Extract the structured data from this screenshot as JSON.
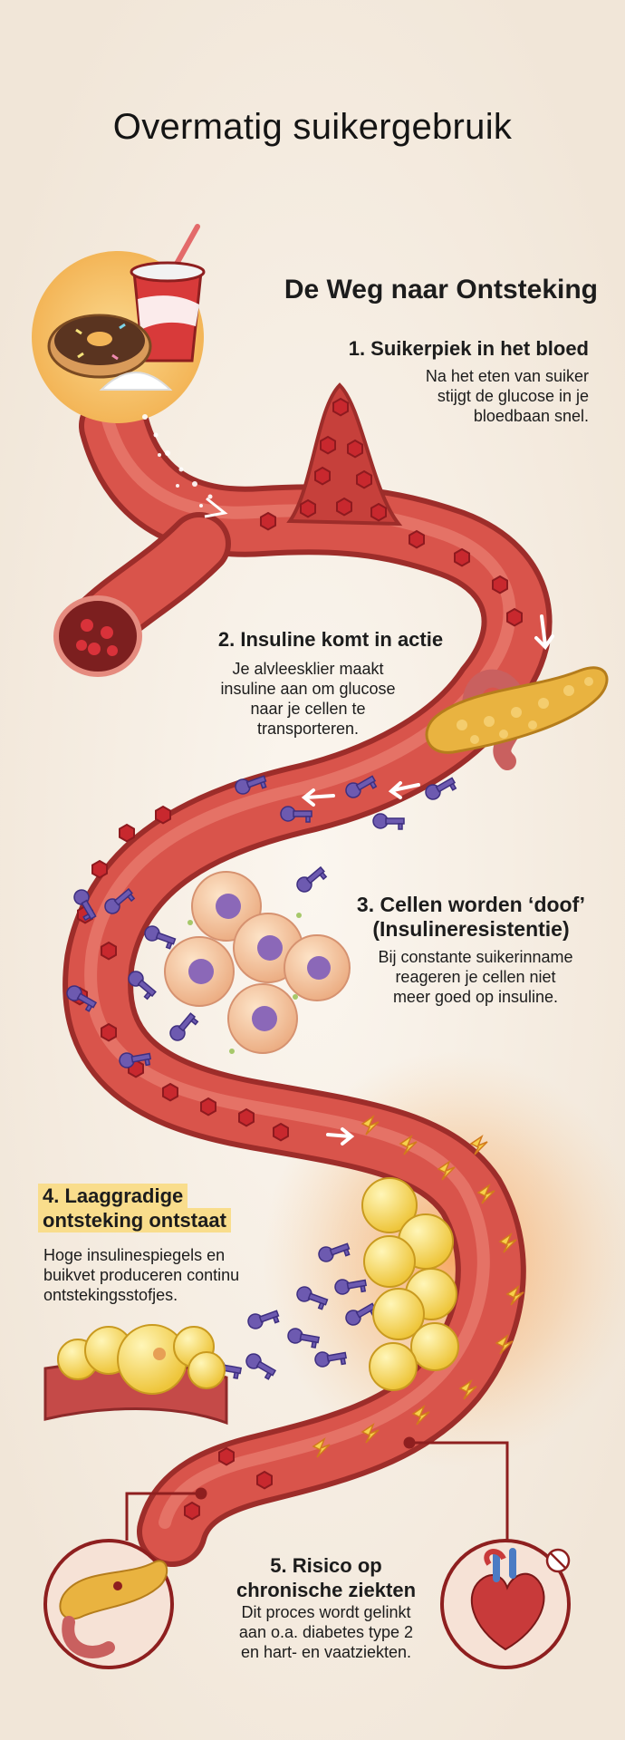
{
  "title": "Overmatig suikergebruik",
  "subtitle": "De Weg naar Ontsteking",
  "steps": [
    {
      "heading": "1. Suikerpiek in het bloed",
      "text": [
        "Na het eten van suiker",
        "stijgt de glucose in je",
        "bloedbaan snel."
      ]
    },
    {
      "heading": "2. Insuline komt in actie",
      "text": [
        "Je alvleesklier maakt",
        "insuline aan om glucose",
        "naar je cellen te",
        "transporteren."
      ]
    },
    {
      "heading": [
        "3. Cellen worden ‘doof’",
        "(Insulineresistentie)"
      ],
      "text": [
        "Bij constante suikerinname",
        "reageren je cellen niet",
        "meer goed op insuline."
      ]
    },
    {
      "heading": [
        "4. Laaggradige",
        "ontsteking ontstaat"
      ],
      "text": [
        "Hoge insulinespiegels en",
        "buikvet produceren continu",
        "ontstekingsstofjes."
      ]
    },
    {
      "heading": [
        "5. Risico op",
        "chronische ziekten"
      ],
      "text": [
        "Dit proces wordt gelinkt",
        "aan o.a. diabetes type 2",
        "en hart- en vaatziekten."
      ]
    }
  ],
  "colors": {
    "background": "#f6efe6",
    "vessel": "#d55049",
    "vessel_dark": "#a8322e",
    "glucose": "#c8282e",
    "insulin_key": "#6d5ab0",
    "cell": "#f3c7a0",
    "fat": "#f5dc55",
    "pancreas": "#e9b340",
    "highlight": "#f9dd8c"
  },
  "icons": [
    "soda-cup-icon",
    "donut-icon",
    "sugar-pile-icon",
    "pancreas-icon",
    "insulin-key-icon",
    "cell-icon",
    "fat-cell-icon",
    "lightning-icon",
    "heart-icon",
    "no-sign-icon",
    "arrow-icon"
  ]
}
